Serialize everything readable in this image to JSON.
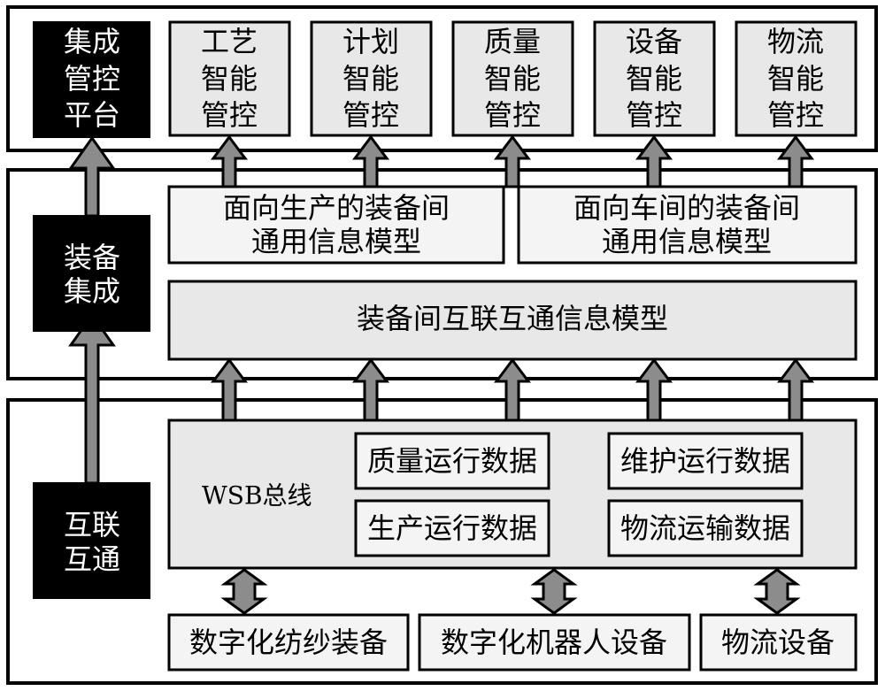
{
  "layers": {
    "top": {
      "platform_box": {
        "lines": [
          "集成",
          "管控",
          "平台"
        ],
        "color": "#000000"
      },
      "control_boxes": [
        {
          "lines": [
            "工艺",
            "智能",
            "管控"
          ]
        },
        {
          "lines": [
            "计划",
            "智能",
            "管控"
          ]
        },
        {
          "lines": [
            "质量",
            "智能",
            "管控"
          ]
        },
        {
          "lines": [
            "设备",
            "智能",
            "管控"
          ]
        },
        {
          "lines": [
            "物流",
            "智能",
            "管控"
          ]
        }
      ]
    },
    "middle": {
      "label_box": {
        "lines": [
          "装备",
          "集成"
        ]
      },
      "models": [
        {
          "lines": [
            "面向生产的装备间",
            "通用信息模型"
          ]
        },
        {
          "lines": [
            "面向车间的装备间",
            "通用信息模型"
          ]
        }
      ],
      "interconnect_model": "装备间互联互通信息模型"
    },
    "bottom": {
      "label_box": {
        "lines": [
          "互联",
          "互通"
        ]
      },
      "bus_label": "WSB总线",
      "data_boxes": [
        "质量运行数据",
        "维护运行数据",
        "生产运行数据",
        "物流运输数据"
      ],
      "devices": [
        "数字化纺纱装备",
        "数字化机器人设备",
        "物流设备"
      ]
    }
  },
  "colors": {
    "label_box_fill": "#000000",
    "module_fill": "#e8e8e8",
    "arrow_fill": "#8c8c8c"
  }
}
